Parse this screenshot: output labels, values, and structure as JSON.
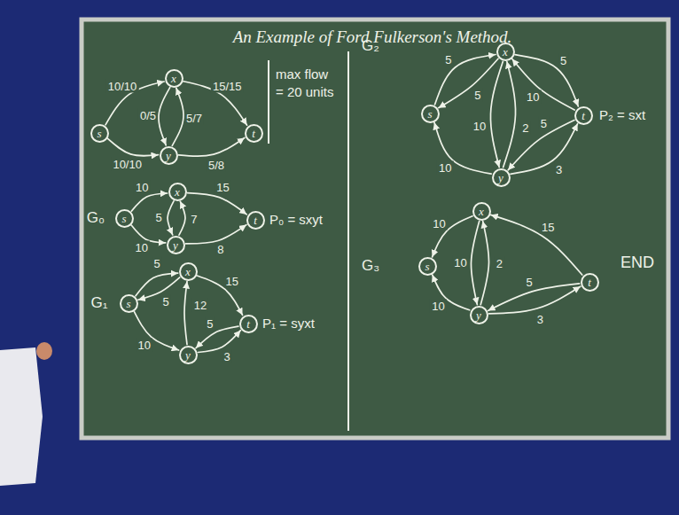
{
  "diagram": {
    "title": "An Example of Ford Fulkerson's Method.",
    "nodes": [
      {
        "text": [
          "s"
        ]
      },
      {
        "text": [
          "x"
        ]
      },
      {
        "text": [
          "y"
        ]
      },
      {
        "text": [
          "t"
        ]
      },
      {
        "text": [
          "s"
        ]
      },
      {
        "text": [
          "x"
        ]
      },
      {
        "text": [
          "y"
        ]
      },
      {
        "text": [
          "t"
        ]
      },
      {
        "text": [
          "s"
        ]
      },
      {
        "text": [
          "x"
        ]
      },
      {
        "text": [
          "y"
        ]
      },
      {
        "text": [
          "t"
        ]
      },
      {
        "text": [
          "s"
        ]
      },
      {
        "text": [
          "x"
        ]
      },
      {
        "text": [
          "y"
        ]
      },
      {
        "text": [
          "t"
        ]
      },
      {
        "text": [
          "s"
        ]
      },
      {
        "text": [
          "x"
        ]
      },
      {
        "text": [
          "y"
        ]
      },
      {
        "text": [
          "t"
        ]
      }
    ],
    "edges": [
      {
        "from": 0,
        "to": 1,
        "arrow": "to",
        "label": "10/10"
      },
      {
        "from": 0,
        "to": 2,
        "arrow": "to",
        "label": "10/10"
      },
      {
        "from": 1,
        "to": 2,
        "arrow": "to",
        "label": "0/5"
      },
      {
        "from": 2,
        "to": 1,
        "arrow": "to",
        "label": "5/7"
      },
      {
        "from": 1,
        "to": 3,
        "arrow": "to",
        "label": "15/15"
      },
      {
        "from": 2,
        "to": 3,
        "arrow": "to",
        "label": "5/8"
      },
      {
        "from": 4,
        "to": 5,
        "arrow": "to",
        "label": "10"
      },
      {
        "from": 4,
        "to": 6,
        "arrow": "to",
        "label": "10"
      },
      {
        "from": 5,
        "to": 6,
        "arrow": "to",
        "label": "5"
      },
      {
        "from": 6,
        "to": 5,
        "arrow": "to",
        "label": "7"
      },
      {
        "from": 5,
        "to": 7,
        "arrow": "to",
        "label": "15"
      },
      {
        "from": 6,
        "to": 7,
        "arrow": "to",
        "label": "8"
      },
      {
        "from": 8,
        "to": 9,
        "arrow": "to",
        "label": "5"
      },
      {
        "from": 9,
        "to": 8,
        "arrow": "to",
        "label": "5"
      },
      {
        "from": 8,
        "to": 10,
        "arrow": "to",
        "label": "10"
      },
      {
        "from": 10,
        "to": 9,
        "arrow": "to",
        "label": "12"
      },
      {
        "from": 9,
        "to": 11,
        "arrow": "to",
        "label": "15"
      },
      {
        "from": 11,
        "to": 10,
        "arrow": "to",
        "label": "5"
      },
      {
        "from": 10,
        "to": 11,
        "arrow": "to",
        "label": "3"
      },
      {
        "from": 12,
        "to": 13,
        "arrow": "to",
        "label": "5"
      },
      {
        "from": 13,
        "to": 12,
        "arrow": "to",
        "label": "5"
      },
      {
        "from": 14,
        "to": 12,
        "arrow": "to",
        "label": "10"
      },
      {
        "from": 13,
        "to": 14,
        "arrow": "to",
        "label": "10"
      },
      {
        "from": 14,
        "to": 13,
        "arrow": "to",
        "label": "2"
      },
      {
        "from": 13,
        "to": 15,
        "arrow": "to",
        "label": "5"
      },
      {
        "from": 15,
        "to": 13,
        "arrow": "to",
        "label": "10"
      },
      {
        "from": 15,
        "to": 14,
        "arrow": "to",
        "label": "5"
      },
      {
        "from": 14,
        "to": 15,
        "arrow": "to",
        "label": "3"
      },
      {
        "from": 17,
        "to": 16,
        "arrow": "to",
        "label": "10"
      },
      {
        "from": 18,
        "to": 16,
        "arrow": "to",
        "label": "10"
      },
      {
        "from": 17,
        "to": 18,
        "arrow": "to",
        "label": "10"
      },
      {
        "from": 18,
        "to": 17,
        "arrow": "to",
        "label": "2"
      },
      {
        "from": 19,
        "to": 17,
        "arrow": "to",
        "label": "15"
      },
      {
        "from": 19,
        "to": 18,
        "arrow": "to",
        "label": "5"
      },
      {
        "from": 18,
        "to": 19,
        "arrow": "to",
        "label": "3"
      }
    ],
    "labels": [
      "max flow = 20 units",
      "G₀",
      "P₀ = sxyt",
      "G₁",
      "P₁ = syxt",
      "G₂",
      "P₂ = sxt",
      "G₃",
      "END"
    ]
  }
}
